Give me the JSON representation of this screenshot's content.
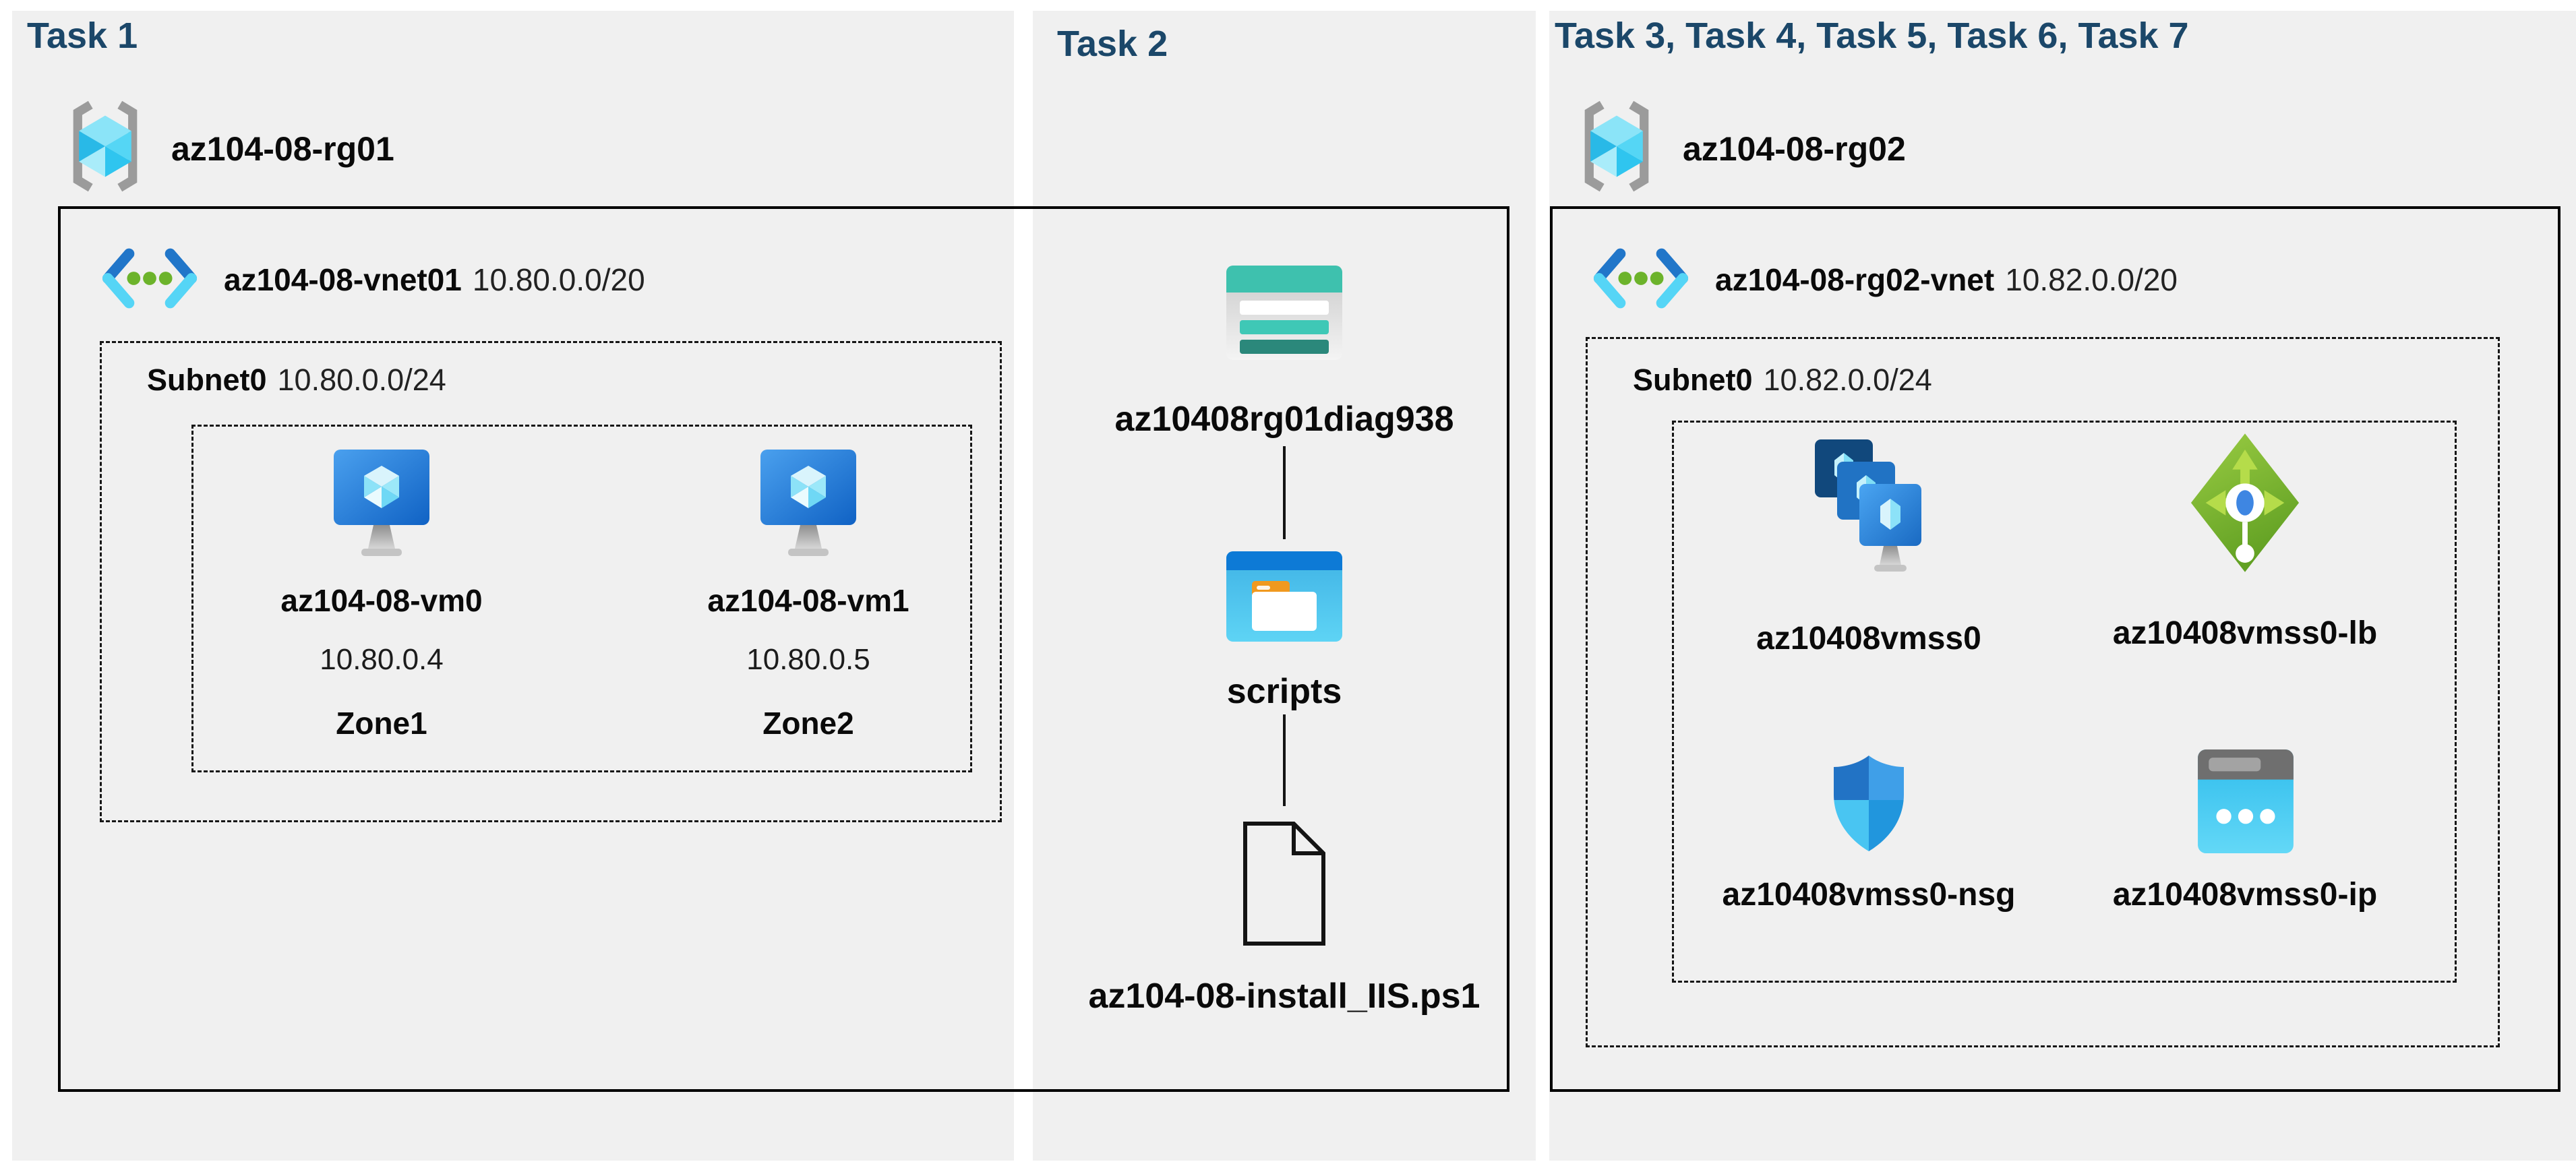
{
  "colors": {
    "panel_bg": "#f0f0f0",
    "heading": "#1b4769",
    "boundary_border": "#000000",
    "dashed_border": "#161616",
    "azure_blue": "#2176c9",
    "azure_cyan": "#55d5f6",
    "vnet_dot_green": "#6cb32b",
    "lb_green": "#7ab32e",
    "storage_teal": "#3ec1ae",
    "folder_blue": "#0d7ad6",
    "shield_blue": "#2273c5",
    "ip_cyan": "#3fc3ee"
  },
  "panels": {
    "task1": {
      "title": "Task 1",
      "resource_group": {
        "name": "az104-08-rg01"
      },
      "vnet": {
        "name": "az104-08-vnet01",
        "cidr": "10.80.0.0/20"
      },
      "subnet": {
        "name": "Subnet0",
        "cidr": "10.80.0.0/24"
      },
      "vms": [
        {
          "name": "az104-08-vm0",
          "ip": "10.80.0.4",
          "zone": "Zone1"
        },
        {
          "name": "az104-08-vm1",
          "ip": "10.80.0.5",
          "zone": "Zone2"
        }
      ]
    },
    "task2": {
      "title": "Task 2",
      "storage_account": "az10408rg01diag938",
      "container": "scripts",
      "script_file": "az104-08-install_IIS.ps1"
    },
    "task3": {
      "title": "Task 3, Task 4, Task 5, Task 6, Task 7",
      "resource_group": {
        "name": "az104-08-rg02"
      },
      "vnet": {
        "name": "az104-08-rg02-vnet",
        "cidr": "10.82.0.0/20"
      },
      "subnet": {
        "name": "Subnet0",
        "cidr": "10.82.0.0/24"
      },
      "resources": [
        {
          "name": "az10408vmss0",
          "type": "virtual-machine-scale-set"
        },
        {
          "name": "az10408vmss0-lb",
          "type": "load-balancer"
        },
        {
          "name": "az10408vmss0-nsg",
          "type": "network-security-group"
        },
        {
          "name": "az10408vmss0-ip",
          "type": "public-ip-address"
        }
      ]
    }
  }
}
